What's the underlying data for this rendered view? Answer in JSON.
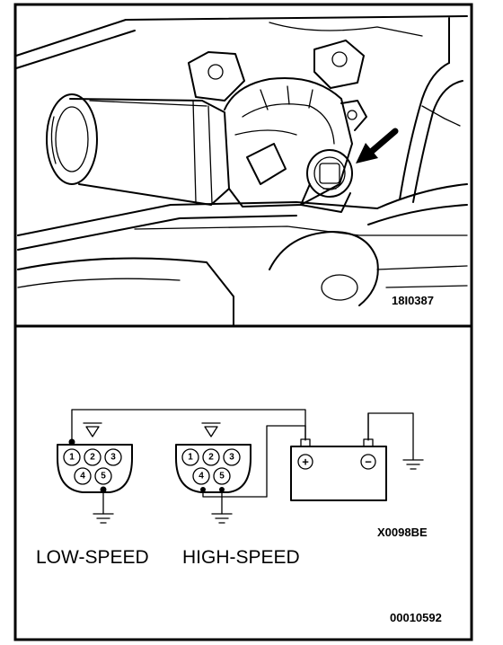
{
  "figure": {
    "photo_ref": "18I0387",
    "diagram_ref": "X0098BE",
    "page_ref": "00010592"
  },
  "labels": {
    "low_speed": "LOW-SPEED",
    "high_speed": "HIGH-SPEED"
  },
  "connector_pins": [
    "1",
    "2",
    "3",
    "4",
    "5"
  ],
  "battery": {
    "positive": "+",
    "negative": "−"
  }
}
